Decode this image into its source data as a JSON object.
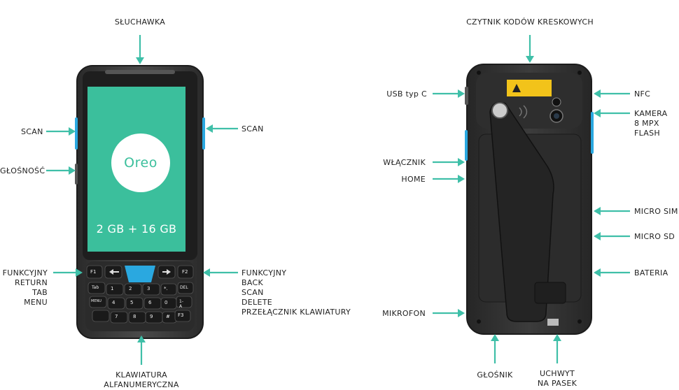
{
  "colors": {
    "accent": "#3fbfa8",
    "screen": "#3bbf9c",
    "side_key": "#2aa8e0",
    "body": "#3a3a3a"
  },
  "front": {
    "screen_brand": "Oreo",
    "screen_memory": "2 GB + 16 GB",
    "keys": {
      "f1": "F1",
      "f2": "F2",
      "tab": "Tab",
      "del": "DEL",
      "menu": "MENU",
      "one_a": "1-A",
      "k1": "1",
      "k2": "2",
      "k3": "3",
      "k4": "4",
      "k5": "5",
      "k6": "6",
      "k7": "7",
      "k8": "8",
      "k9": "9",
      "k0": "0",
      "star": "*.",
      "hash": "#",
      "f3": "F3"
    }
  },
  "labels": {
    "sluchawka": "SŁUCHAWKA",
    "scan_left": "SCAN",
    "glosnosc": "GŁOŚNOŚĆ",
    "scan_right": "SCAN",
    "left_func": [
      "FUNKCYJNY",
      "RETURN",
      "TAB",
      "MENU"
    ],
    "right_func": [
      "FUNKCYJNY",
      "BACK",
      "SCAN",
      "DELETE",
      "PRZEŁĄCZNIK KLAWIATURY"
    ],
    "klawiatura": [
      "KLAWIATURA",
      "ALFANUMERYCZNA"
    ],
    "czytnik": "CZYTNIK KODÓW KRESKOWYCH",
    "usb": "USB typ C",
    "nfc": "NFC",
    "kamera": [
      "KAMERA",
      "8 MPX",
      "FLASH"
    ],
    "wlacznik": "WŁĄCZNIK",
    "home": "HOME",
    "micro_sim": "MICRO SIM",
    "micro_sd": "MICRO SD",
    "bateria": "BATERIA",
    "mikrofon": "MIKROFON",
    "glosnik": "GŁOŚNIK",
    "uchwyt": [
      "UCHWYT",
      "NA PASEK"
    ]
  }
}
